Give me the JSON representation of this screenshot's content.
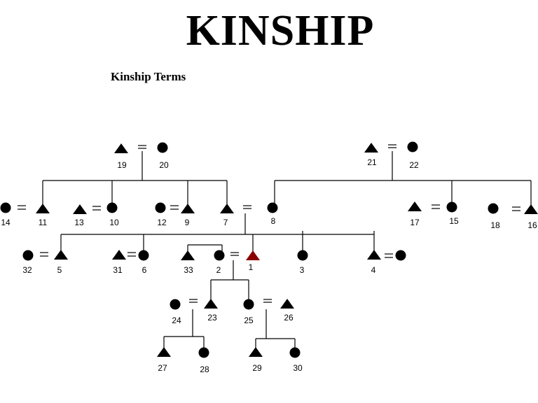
{
  "title": "KINSHIP",
  "subtitle": "Kinship Terms",
  "colors": {
    "ego": "#8b0000",
    "default": "#000000"
  },
  "ego_id": "1",
  "people": [
    {
      "id": "1",
      "shape": "triangle"
    },
    {
      "id": "2",
      "shape": "circle"
    },
    {
      "id": "3",
      "shape": "circle"
    },
    {
      "id": "4",
      "shape": "triangle"
    },
    {
      "id": "5",
      "shape": "triangle"
    },
    {
      "id": "6",
      "shape": "circle"
    },
    {
      "id": "7",
      "shape": "triangle"
    },
    {
      "id": "8",
      "shape": "circle"
    },
    {
      "id": "9",
      "shape": "triangle"
    },
    {
      "id": "10",
      "shape": "circle"
    },
    {
      "id": "11",
      "shape": "triangle"
    },
    {
      "id": "12",
      "shape": "circle"
    },
    {
      "id": "13",
      "shape": "triangle"
    },
    {
      "id": "14",
      "shape": "circle"
    },
    {
      "id": "15",
      "shape": "circle"
    },
    {
      "id": "16",
      "shape": "triangle"
    },
    {
      "id": "17",
      "shape": "triangle"
    },
    {
      "id": "18",
      "shape": "circle"
    },
    {
      "id": "19",
      "shape": "triangle"
    },
    {
      "id": "20",
      "shape": "circle"
    },
    {
      "id": "21",
      "shape": "triangle"
    },
    {
      "id": "22",
      "shape": "circle"
    },
    {
      "id": "23",
      "shape": "triangle"
    },
    {
      "id": "24",
      "shape": "circle"
    },
    {
      "id": "25",
      "shape": "circle"
    },
    {
      "id": "26",
      "shape": "triangle"
    },
    {
      "id": "27",
      "shape": "triangle"
    },
    {
      "id": "28",
      "shape": "circle"
    },
    {
      "id": "29",
      "shape": "triangle"
    },
    {
      "id": "30",
      "shape": "circle"
    },
    {
      "id": "31",
      "shape": "triangle"
    },
    {
      "id": "32",
      "shape": "circle"
    },
    {
      "id": "33",
      "shape": "triangle"
    }
  ],
  "marriages": [
    [
      "19",
      "20"
    ],
    [
      "21",
      "22"
    ],
    [
      "14",
      "11"
    ],
    [
      "13",
      "10"
    ],
    [
      "12",
      "9"
    ],
    [
      "7",
      "8"
    ],
    [
      "17",
      "15"
    ],
    [
      "18",
      "16"
    ],
    [
      "32",
      "5"
    ],
    [
      "31",
      "6"
    ],
    [
      "2",
      "1"
    ],
    [
      "4",
      "4w"
    ],
    [
      "24",
      "23"
    ],
    [
      "25",
      "26"
    ]
  ],
  "sibling_links": [
    [
      "33",
      "2"
    ]
  ],
  "descent": [
    {
      "parents": [
        "19",
        "20"
      ],
      "children": [
        "11",
        "10",
        "9",
        "7"
      ]
    },
    {
      "parents": [
        "21",
        "22"
      ],
      "children": [
        "8",
        "15",
        "16"
      ]
    },
    {
      "parents": [
        "7",
        "8"
      ],
      "children": [
        "5",
        "6",
        "1",
        "3",
        "4"
      ]
    },
    {
      "parents": [
        "2",
        "1"
      ],
      "children": [
        "23",
        "25"
      ]
    },
    {
      "parents": [
        "24",
        "23"
      ],
      "children": [
        "27",
        "28"
      ]
    },
    {
      "parents": [
        "25",
        "26"
      ],
      "children": [
        "29",
        "30"
      ]
    }
  ],
  "unlabeled_spouse": {
    "id": "4w",
    "shape": "circle"
  }
}
